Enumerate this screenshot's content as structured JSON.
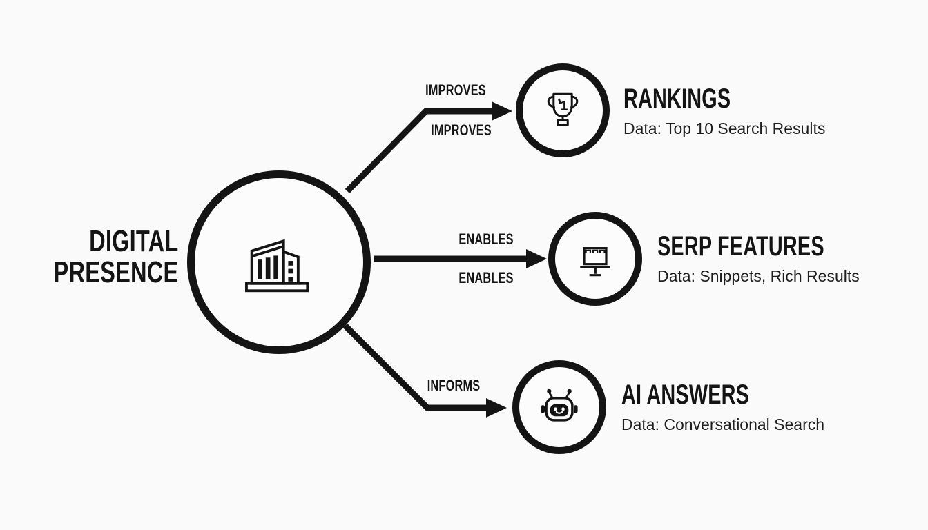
{
  "canvas": {
    "background_color": "#fafafa",
    "ink_color": "#141414"
  },
  "central": {
    "label_lines": [
      "DIGITAL",
      "PRESENCE"
    ],
    "icon": "building-icon"
  },
  "nodes": [
    {
      "id": "rankings",
      "title": "RANKINGS",
      "subtitle": "Data: Top 10 Search Results",
      "icon": "trophy-icon",
      "icon_glyph": "1"
    },
    {
      "id": "serp-features",
      "title": "SERP FEATURES",
      "subtitle": "Data: Snippets, Rich Results",
      "icon": "billboard-icon"
    },
    {
      "id": "ai-answers",
      "title": "AI ANSWERS",
      "subtitle": "Data: Conversational Search",
      "icon": "robot-icon"
    }
  ],
  "edges": [
    {
      "from": "digital-presence",
      "to": "rankings",
      "labels": [
        "IMPROVES",
        "IMPROVES"
      ]
    },
    {
      "from": "digital-presence",
      "to": "serp-features",
      "labels": [
        "ENABLES",
        "ENABLES"
      ]
    },
    {
      "from": "digital-presence",
      "to": "ai-answers",
      "labels": [
        "INFORMS"
      ]
    }
  ]
}
